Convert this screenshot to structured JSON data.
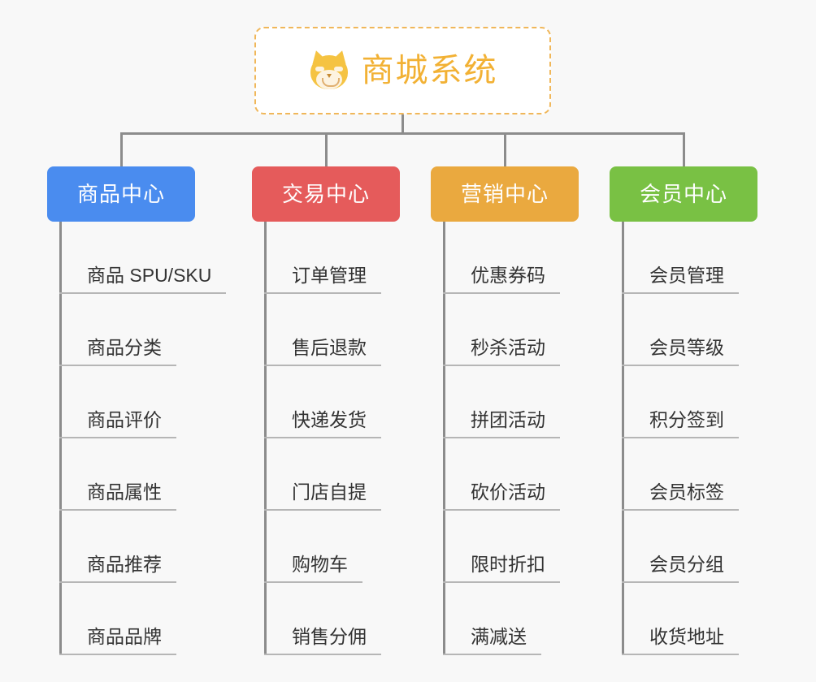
{
  "page": {
    "background_color": "#f8f8f8",
    "title": "商城系统"
  },
  "root": {
    "label": "商城系统",
    "icon": "shiba-dog-face-icon",
    "text_color": "#f2b134",
    "border_color": "#f0b75a",
    "background_color": "#ffffff"
  },
  "connector": {
    "color": "#8c8c8c"
  },
  "columns": [
    {
      "id": "product-center",
      "label": "商品中心",
      "color": "#4a8cef",
      "items": [
        {
          "label": "商品 SPU/SKU"
        },
        {
          "label": "商品分类"
        },
        {
          "label": "商品评价"
        },
        {
          "label": "商品属性"
        },
        {
          "label": "商品推荐"
        },
        {
          "label": "商品品牌"
        }
      ]
    },
    {
      "id": "trade-center",
      "label": "交易中心",
      "color": "#e55b5b",
      "items": [
        {
          "label": "订单管理"
        },
        {
          "label": "售后退款"
        },
        {
          "label": "快递发货"
        },
        {
          "label": "门店自提"
        },
        {
          "label": "购物车"
        },
        {
          "label": "销售分佣"
        }
      ]
    },
    {
      "id": "marketing-center",
      "label": "营销中心",
      "color": "#eaa93f",
      "items": [
        {
          "label": "优惠券码"
        },
        {
          "label": "秒杀活动"
        },
        {
          "label": "拼团活动"
        },
        {
          "label": "砍价活动"
        },
        {
          "label": "限时折扣"
        },
        {
          "label": "满减送"
        }
      ]
    },
    {
      "id": "member-center",
      "label": "会员中心",
      "color": "#79c144",
      "items": [
        {
          "label": "会员管理"
        },
        {
          "label": "会员等级"
        },
        {
          "label": "积分签到"
        },
        {
          "label": "会员标签"
        },
        {
          "label": "会员分组"
        },
        {
          "label": "收货地址"
        }
      ]
    }
  ]
}
